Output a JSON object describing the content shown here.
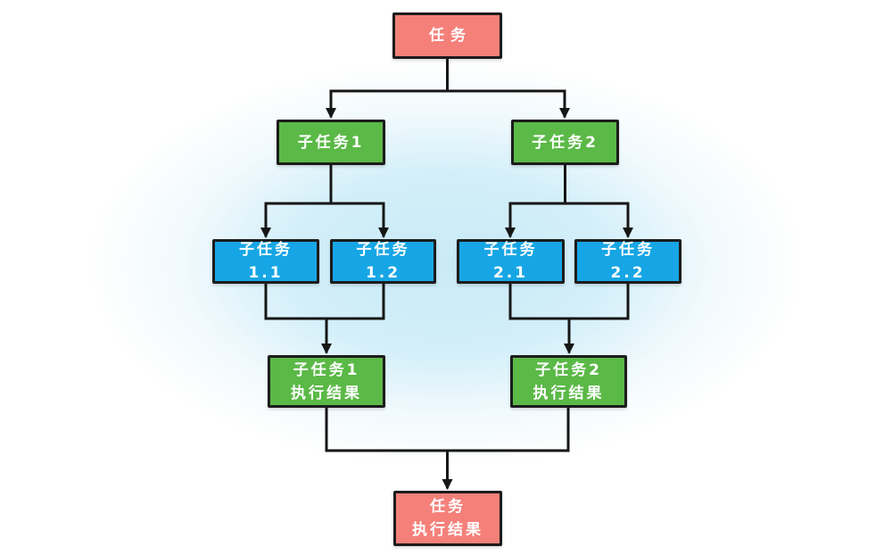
{
  "diagram": {
    "nodes": {
      "task": {
        "label": "任务"
      },
      "subtask1": {
        "label": "子任务1"
      },
      "subtask2": {
        "label": "子任务2"
      },
      "subtask11": {
        "line1": "子任务",
        "line2": "1.1"
      },
      "subtask12": {
        "line1": "子任务",
        "line2": "1.2"
      },
      "subtask21": {
        "line1": "子任务",
        "line2": "2.1"
      },
      "subtask22": {
        "line1": "子任务",
        "line2": "2.2"
      },
      "result1": {
        "line1": "子任务1",
        "line2": "执行结果"
      },
      "result2": {
        "line1": "子任务2",
        "line2": "执行结果"
      },
      "finalResult": {
        "line1": "任务",
        "line2": "执行结果"
      }
    },
    "edges": [
      {
        "from": "task",
        "to": "subtask1"
      },
      {
        "from": "task",
        "to": "subtask2"
      },
      {
        "from": "subtask1",
        "to": "subtask11"
      },
      {
        "from": "subtask1",
        "to": "subtask12"
      },
      {
        "from": "subtask2",
        "to": "subtask21"
      },
      {
        "from": "subtask2",
        "to": "subtask22"
      },
      {
        "from": "subtask11",
        "to": "result1"
      },
      {
        "from": "subtask12",
        "to": "result1"
      },
      {
        "from": "subtask21",
        "to": "result2"
      },
      {
        "from": "subtask22",
        "to": "result2"
      },
      {
        "from": "result1",
        "to": "finalResult"
      },
      {
        "from": "result2",
        "to": "finalResult"
      }
    ],
    "colors": {
      "task_fill": "#F5807A",
      "subtask_fill": "#5BB947",
      "leaf_fill": "#17A6E5",
      "node_border": "#1C1C1C",
      "connector": "#161616",
      "text": "#FFFFFF",
      "background_glow": "#C6E9F6"
    }
  }
}
